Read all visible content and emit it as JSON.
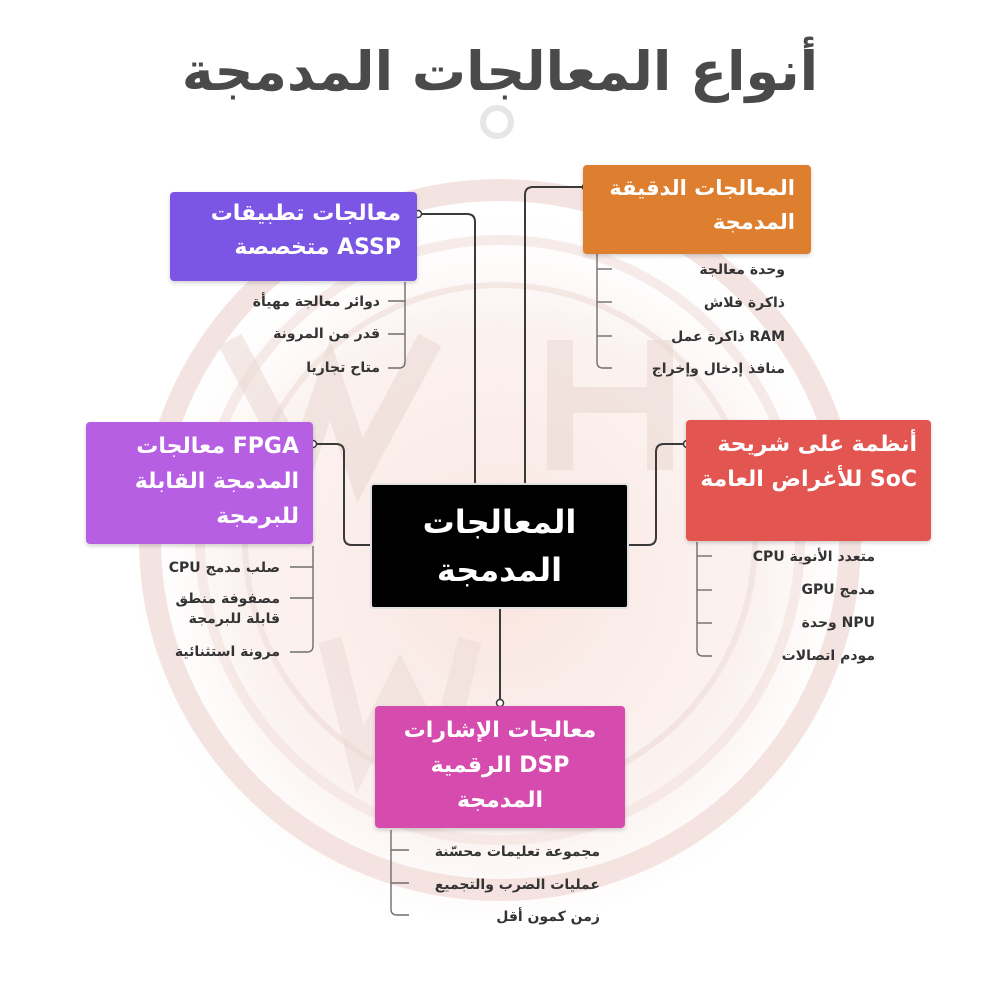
{
  "title": "أنواع المعالجات المدمجة",
  "center": {
    "label": "المعالجات المدمجة"
  },
  "nodes": {
    "assp": {
      "label": "معالجات تطبيقات ASSP متخصصة",
      "color": "#7b55e4",
      "items": [
        "دوائر معالجة مهيأة",
        "قدر من المرونة",
        "متاح تجاريا"
      ]
    },
    "micro": {
      "label": "المعالجات الدقيقة المدمجة",
      "color": "#dd7f2e",
      "items": [
        "وحدة معالجة",
        "ذاكرة فلاش",
        "RAM ذاكرة عمل",
        "منافذ إدخال وإخراج"
      ]
    },
    "fpga": {
      "label": "FPGA معالجات المدمجة القابلة للبرمجة",
      "color": "#b65fe3",
      "items": [
        "صلب مدمج CPU",
        "مصفوفة منطق قابلة للبرمجة",
        "مرونة استثنائية"
      ]
    },
    "soc": {
      "label": "أنظمة على شريحة SoC للأغراض العامة",
      "color": "#e25550",
      "items": [
        "متعدد الأنوية CPU",
        "مدمج GPU",
        "NPU وحدة",
        "مودم اتصالات"
      ]
    },
    "dsp": {
      "label": "معالجات الإشارات DSP الرقمية المدمجة",
      "color": "#d54bae",
      "items": [
        "مجموعة تعليمات محسّنة",
        "عمليات الضرب والتجميع",
        "زمن كمون أقل"
      ]
    }
  }
}
